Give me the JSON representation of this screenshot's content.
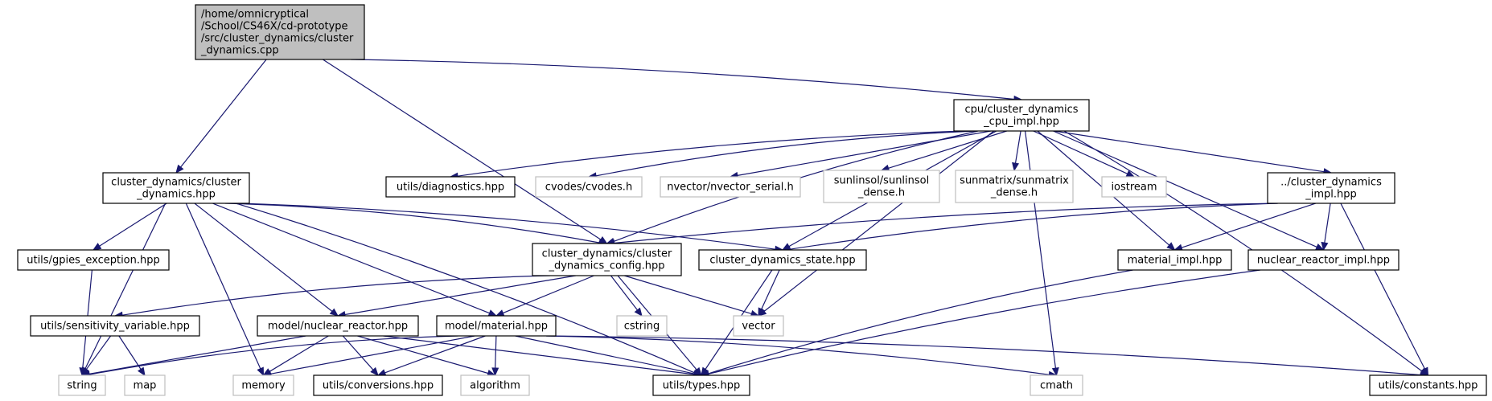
{
  "graph": {
    "colors": {
      "edge": "#191970",
      "root_fill": "#bfbfbf",
      "internal_border": "#000000",
      "external_border": "#bfbfbf",
      "text": "#000000"
    },
    "nodes": [
      {
        "id": "root",
        "kind": "root",
        "lines": [
          "/home/omnicryptical",
          "/School/CS46X/cd-prototype",
          "/src/cluster_dynamics/cluster",
          "_dynamics.cpp"
        ]
      },
      {
        "id": "cpu_impl",
        "kind": "internal",
        "lines": [
          "cpu/cluster_dynamics",
          "_cpu_impl.hpp"
        ]
      },
      {
        "id": "cd_hpp",
        "kind": "internal",
        "lines": [
          "cluster_dynamics/cluster",
          "_dynamics.hpp"
        ]
      },
      {
        "id": "diagnostics",
        "kind": "internal",
        "lines": [
          "utils/diagnostics.hpp"
        ]
      },
      {
        "id": "cvodes",
        "kind": "external",
        "lines": [
          "cvodes/cvodes.h"
        ]
      },
      {
        "id": "nvector",
        "kind": "external",
        "lines": [
          "nvector/nvector_serial.h"
        ]
      },
      {
        "id": "sunlinsol",
        "kind": "external",
        "lines": [
          "sunlinsol/sunlinsol",
          "_dense.h"
        ]
      },
      {
        "id": "sunmatrix",
        "kind": "external",
        "lines": [
          "sunmatrix/sunmatrix",
          "_dense.h"
        ]
      },
      {
        "id": "iostream",
        "kind": "external",
        "lines": [
          "iostream"
        ]
      },
      {
        "id": "cd_impl",
        "kind": "internal",
        "lines": [
          "../cluster_dynamics",
          "_impl.hpp"
        ]
      },
      {
        "id": "gpies",
        "kind": "internal",
        "lines": [
          "utils/gpies_exception.hpp"
        ]
      },
      {
        "id": "cd_config",
        "kind": "internal",
        "lines": [
          "cluster_dynamics/cluster",
          "_dynamics_config.hpp"
        ]
      },
      {
        "id": "cd_state",
        "kind": "internal",
        "lines": [
          "cluster_dynamics_state.hpp"
        ]
      },
      {
        "id": "mat_impl",
        "kind": "internal",
        "lines": [
          "material_impl.hpp"
        ]
      },
      {
        "id": "nr_impl",
        "kind": "internal",
        "lines": [
          "nuclear_reactor_impl.hpp"
        ]
      },
      {
        "id": "sens",
        "kind": "internal",
        "lines": [
          "utils/sensitivity_variable.hpp"
        ]
      },
      {
        "id": "nuclear",
        "kind": "internal",
        "lines": [
          "model/nuclear_reactor.hpp"
        ]
      },
      {
        "id": "material",
        "kind": "internal",
        "lines": [
          "model/material.hpp"
        ]
      },
      {
        "id": "cstring",
        "kind": "external",
        "lines": [
          "cstring"
        ]
      },
      {
        "id": "vector",
        "kind": "external",
        "lines": [
          "vector"
        ]
      },
      {
        "id": "string",
        "kind": "external",
        "lines": [
          "string"
        ]
      },
      {
        "id": "map",
        "kind": "external",
        "lines": [
          "map"
        ]
      },
      {
        "id": "memory",
        "kind": "external",
        "lines": [
          "memory"
        ]
      },
      {
        "id": "conversions",
        "kind": "internal",
        "lines": [
          "utils/conversions.hpp"
        ]
      },
      {
        "id": "algorithm",
        "kind": "external",
        "lines": [
          "algorithm"
        ]
      },
      {
        "id": "types",
        "kind": "internal",
        "lines": [
          "utils/types.hpp"
        ]
      },
      {
        "id": "cmath",
        "kind": "external",
        "lines": [
          "cmath"
        ]
      },
      {
        "id": "constants",
        "kind": "internal",
        "lines": [
          "utils/constants.hpp"
        ]
      }
    ],
    "edges": [
      [
        "root",
        "cpu_impl"
      ],
      [
        "root",
        "cd_hpp"
      ],
      [
        "root",
        "cd_config"
      ],
      [
        "cpu_impl",
        "diagnostics"
      ],
      [
        "cpu_impl",
        "cvodes"
      ],
      [
        "cpu_impl",
        "nvector"
      ],
      [
        "cpu_impl",
        "sunlinsol"
      ],
      [
        "cpu_impl",
        "sunmatrix"
      ],
      [
        "cpu_impl",
        "iostream"
      ],
      [
        "cpu_impl",
        "cd_impl"
      ],
      [
        "cpu_impl",
        "cd_config"
      ],
      [
        "cpu_impl",
        "cd_state"
      ],
      [
        "cpu_impl",
        "mat_impl"
      ],
      [
        "cpu_impl",
        "nr_impl"
      ],
      [
        "cpu_impl",
        "vector"
      ],
      [
        "cpu_impl",
        "cmath"
      ],
      [
        "cpu_impl",
        "constants"
      ],
      [
        "cd_hpp",
        "gpies"
      ],
      [
        "cd_hpp",
        "cd_config"
      ],
      [
        "cd_hpp",
        "cd_state"
      ],
      [
        "cd_hpp",
        "nuclear"
      ],
      [
        "cd_hpp",
        "material"
      ],
      [
        "cd_hpp",
        "string"
      ],
      [
        "cd_hpp",
        "memory"
      ],
      [
        "cd_hpp",
        "types"
      ],
      [
        "cd_impl",
        "cd_config"
      ],
      [
        "cd_impl",
        "cd_state"
      ],
      [
        "cd_impl",
        "mat_impl"
      ],
      [
        "cd_impl",
        "nr_impl"
      ],
      [
        "cd_impl",
        "constants"
      ],
      [
        "gpies",
        "string"
      ],
      [
        "cd_config",
        "sens"
      ],
      [
        "cd_config",
        "nuclear"
      ],
      [
        "cd_config",
        "material"
      ],
      [
        "cd_config",
        "cstring"
      ],
      [
        "cd_config",
        "vector"
      ],
      [
        "cd_config",
        "types"
      ],
      [
        "cd_state",
        "vector"
      ],
      [
        "cd_state",
        "types"
      ],
      [
        "mat_impl",
        "types"
      ],
      [
        "nr_impl",
        "types"
      ],
      [
        "sens",
        "string"
      ],
      [
        "sens",
        "map"
      ],
      [
        "nuclear",
        "string"
      ],
      [
        "nuclear",
        "memory"
      ],
      [
        "nuclear",
        "conversions"
      ],
      [
        "nuclear",
        "algorithm"
      ],
      [
        "nuclear",
        "types"
      ],
      [
        "material",
        "string"
      ],
      [
        "material",
        "memory"
      ],
      [
        "material",
        "conversions"
      ],
      [
        "material",
        "algorithm"
      ],
      [
        "material",
        "types"
      ],
      [
        "material",
        "cmath"
      ],
      [
        "material",
        "constants"
      ]
    ]
  }
}
